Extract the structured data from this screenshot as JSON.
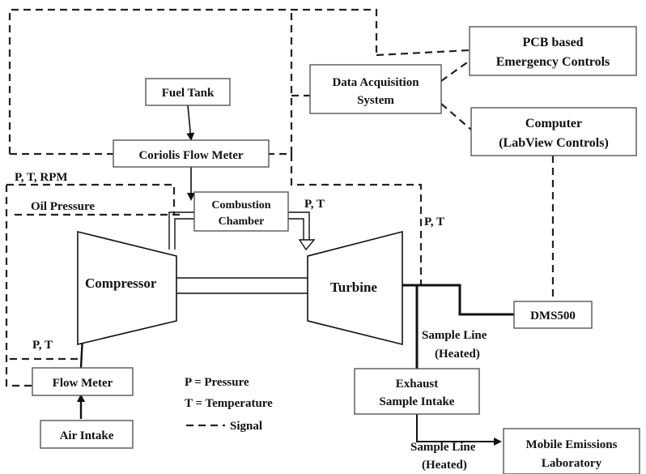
{
  "boxes": {
    "fuel_tank": "Fuel Tank",
    "coriolis": "Coriolis Flow Meter",
    "combustion_1": "Combustion",
    "combustion_2": "Chamber",
    "daq_1": "Data Acquisition",
    "daq_2": "System",
    "pcb_1": "PCB based",
    "pcb_2": "Emergency Controls",
    "computer_1": "Computer",
    "computer_2": "(LabView Controls)",
    "dms500": "DMS500",
    "exhaust_1": "Exhaust",
    "exhaust_2": "Sample Intake",
    "mel_1": "Mobile Emissions",
    "mel_2": "Laboratory",
    "flow_meter": "Flow Meter",
    "air_intake": "Air Intake"
  },
  "components": {
    "compressor": "Compressor",
    "turbine": "Turbine"
  },
  "signals": {
    "pt_rpm": "P, T, RPM",
    "oil_pressure": "Oil Pressure",
    "pt_combustor": "P, T",
    "pt_turbine": "P, T",
    "pt_intake": "P, T"
  },
  "lines": {
    "sample_line_1a": "Sample Line",
    "sample_line_1b": "(Heated)",
    "sample_line_2a": "Sample Line",
    "sample_line_2b": "(Heated)"
  },
  "legend": {
    "pressure": "P = Pressure",
    "temperature": "T = Temperature",
    "signal": "Signal"
  }
}
